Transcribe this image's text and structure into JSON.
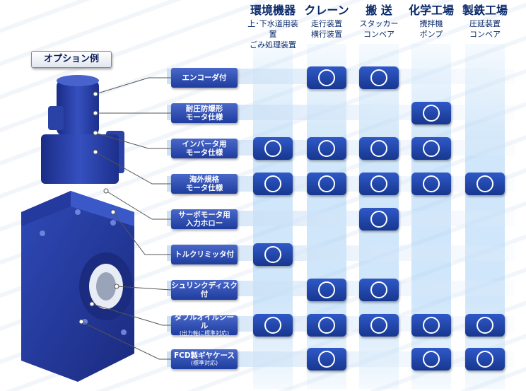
{
  "option_label": "オプション例",
  "industries": [
    {
      "title": "環境機器",
      "sub1": "上･下水道用装置",
      "sub2": "ごみ処理装置"
    },
    {
      "title": "クレーン",
      "sub1": "走行装置",
      "sub2": "横行装置"
    },
    {
      "title": "搬 送",
      "sub1": "スタッカー",
      "sub2": "コンベア"
    },
    {
      "title": "化学工場",
      "sub1": "攪拌機",
      "sub2": "ポンプ"
    },
    {
      "title": "製鉄工場",
      "sub1": "圧延装置",
      "sub2": "コンベア"
    }
  ],
  "options": [
    {
      "line1": "エンコーダ付",
      "line2": "",
      "note": "",
      "marks": [
        false,
        true,
        true,
        false,
        false
      ]
    },
    {
      "line1": "耐圧防爆形",
      "line2": "モータ仕様",
      "note": "",
      "marks": [
        false,
        false,
        false,
        true,
        false
      ]
    },
    {
      "line1": "インバータ用",
      "line2": "モータ仕様",
      "note": "",
      "marks": [
        true,
        true,
        true,
        true,
        false
      ]
    },
    {
      "line1": "海外規格",
      "line2": "モータ仕様",
      "note": "",
      "marks": [
        true,
        true,
        true,
        true,
        true
      ]
    },
    {
      "line1": "サーボモータ用",
      "line2": "入力ホロー",
      "note": "",
      "marks": [
        false,
        false,
        true,
        false,
        false
      ]
    },
    {
      "line1": "トルクリミッタ付",
      "line2": "",
      "note": "",
      "marks": [
        true,
        false,
        false,
        false,
        false
      ]
    },
    {
      "line1": "シュリンクディスク付",
      "line2": "",
      "note": "",
      "marks": [
        false,
        true,
        true,
        false,
        false
      ]
    },
    {
      "line1": "ダブルオイルシール",
      "line2": "",
      "note": "(出力軸に標準対応)",
      "marks": [
        true,
        true,
        true,
        true,
        true
      ]
    },
    {
      "line1": "FCD製ギヤケース",
      "line2": "",
      "note": "(標準対応)",
      "marks": [
        false,
        true,
        false,
        true,
        true
      ]
    }
  ],
  "colors": {
    "button_blue": "#2a4bb0",
    "mark_blue": "#1f44a8",
    "header_text": "#0a2a6b",
    "motor_blue": "#233a9e"
  },
  "icons": {
    "mark": "circle-mark-icon"
  }
}
